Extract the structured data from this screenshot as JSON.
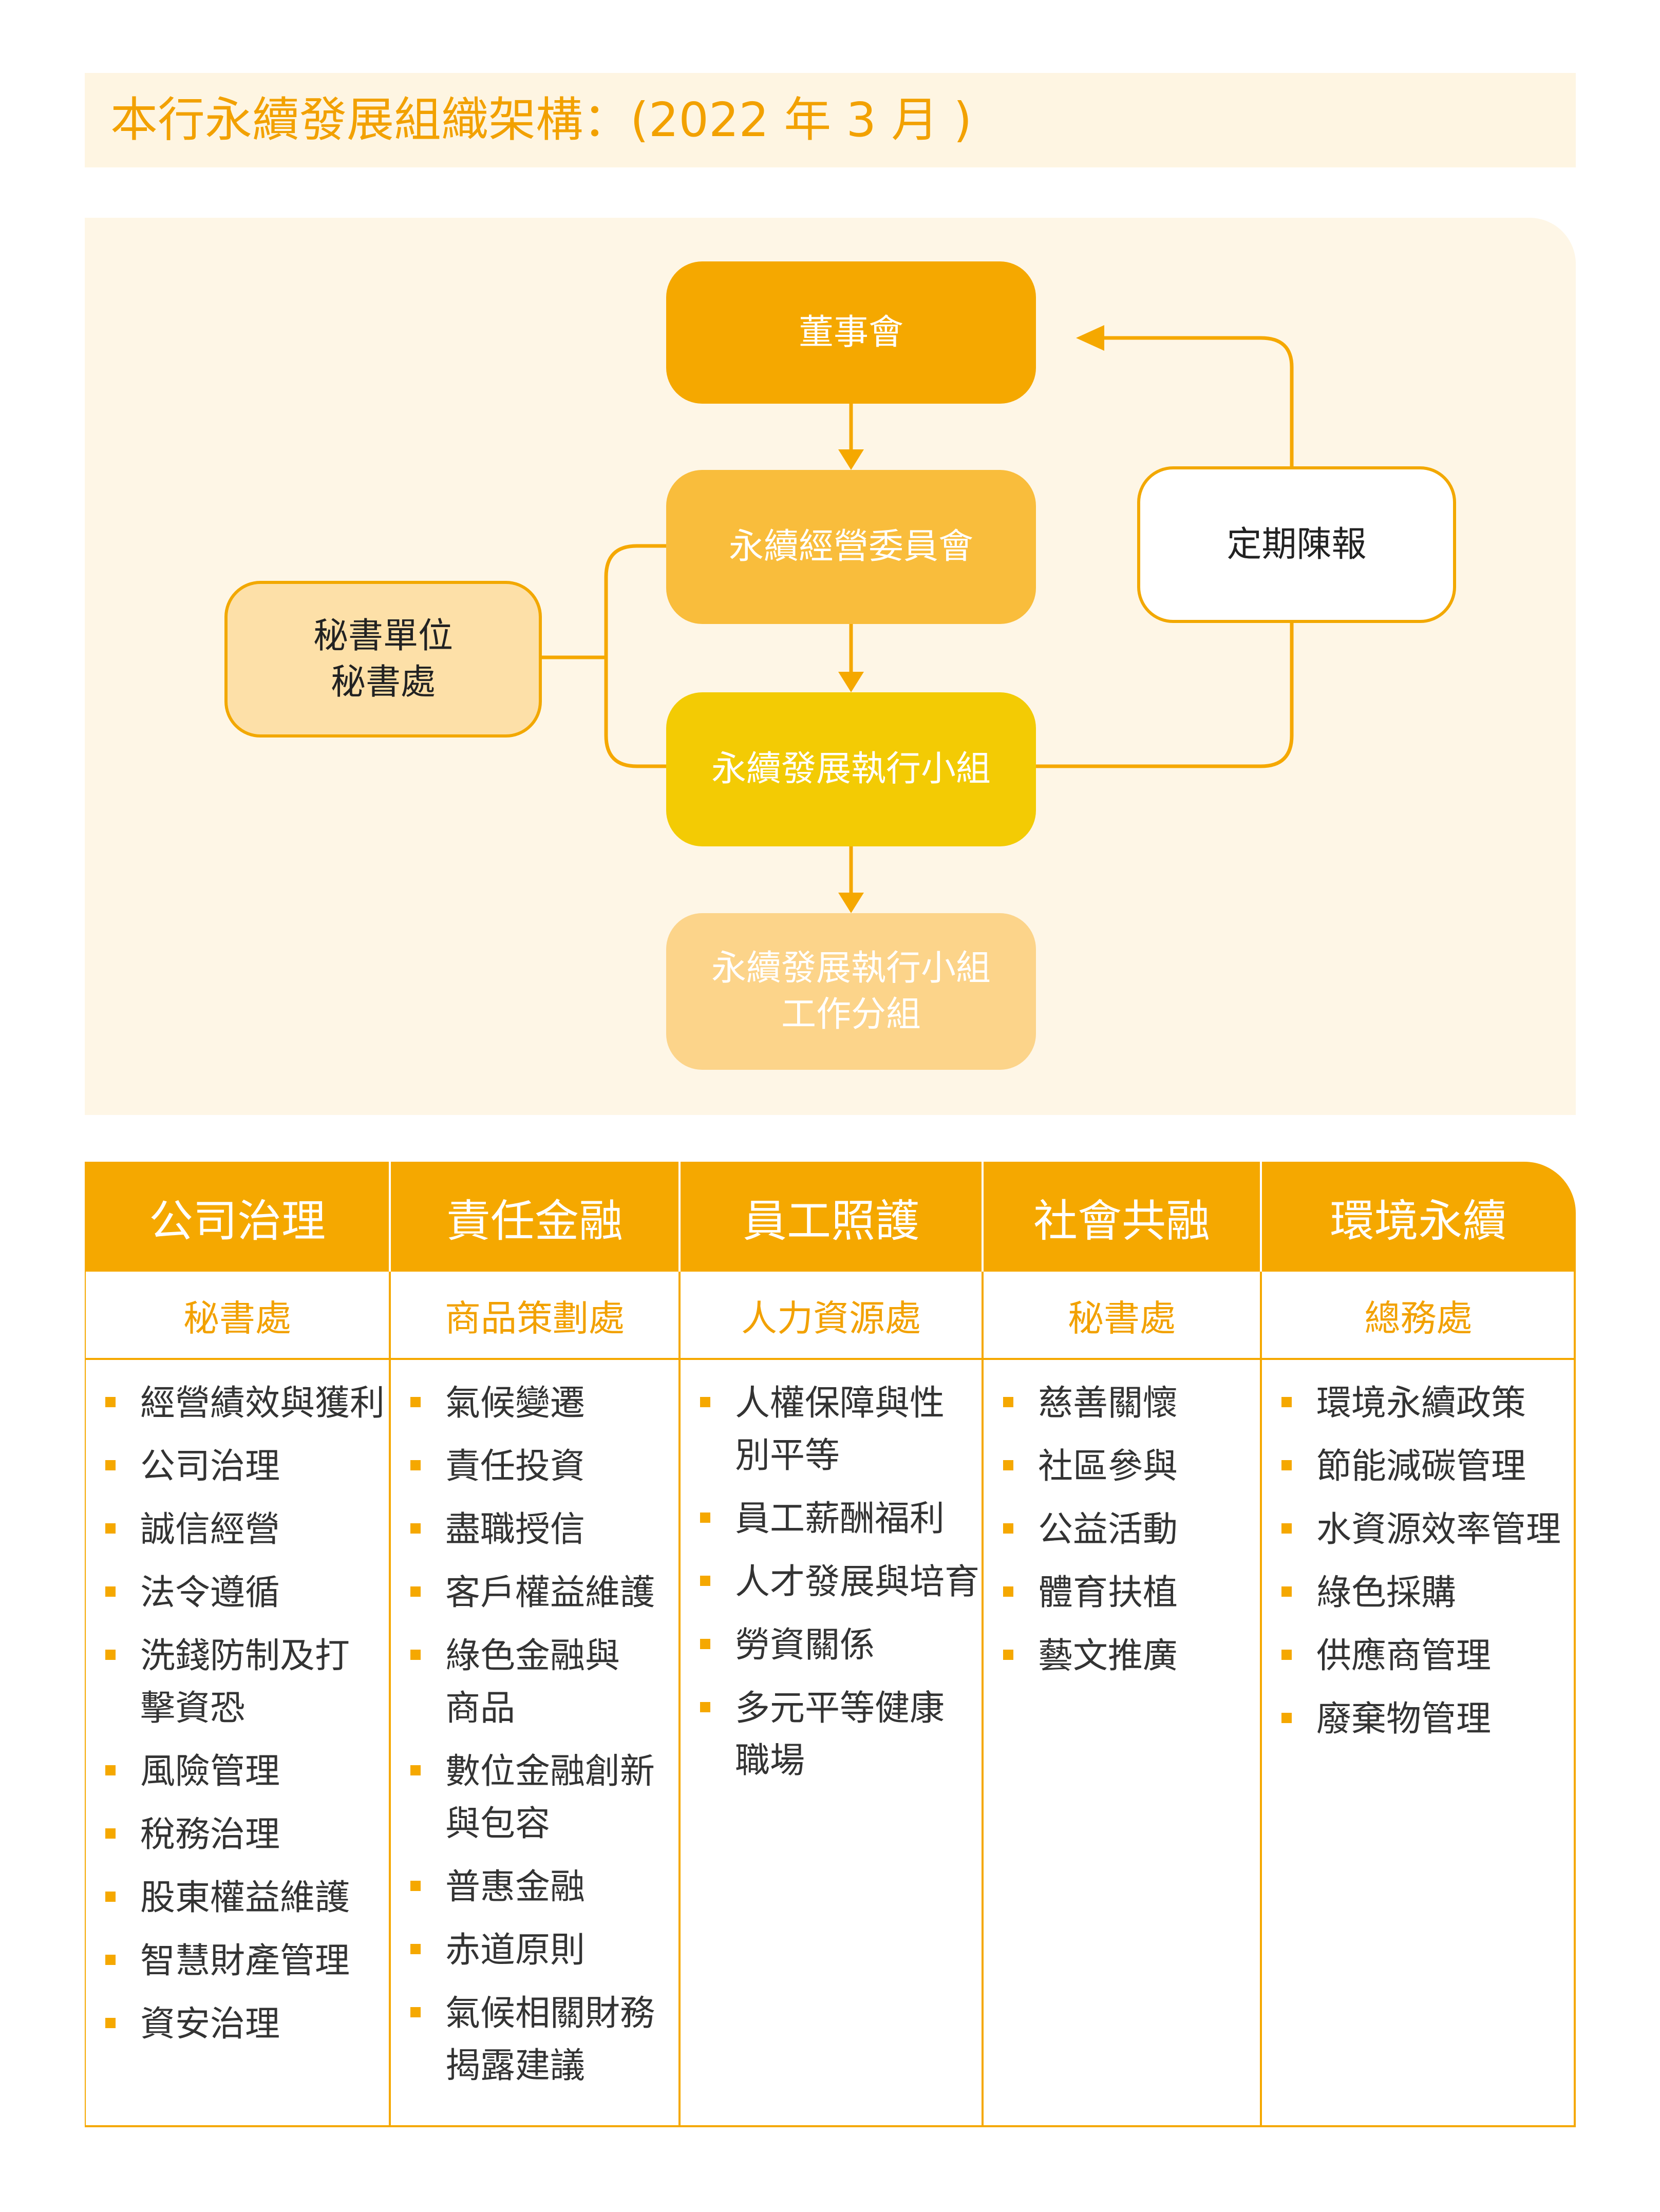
{
  "title": "本行永續發展組織架構：(2022 年 3 月 )",
  "diagram": {
    "board": "董事會",
    "committee": "永續經營委員會",
    "exec_group": "永續發展執行小組",
    "work_group": [
      "永續發展執行小組",
      "工作分組"
    ],
    "secretariat": [
      "秘書單位",
      "秘書處"
    ],
    "report": "定期陳報"
  },
  "colors": {
    "primary": "#f5a800",
    "committee": "#f9bd3c",
    "exec_group": "#f3cb04",
    "work_group": "#fcd48a",
    "secretariat_fill": "#fde0a8",
    "panel_bg": "#fef6e6",
    "title_bg": "#fef5e2",
    "title_text": "#f2a100"
  },
  "table": {
    "columns": [
      {
        "header": "公司治理",
        "unit": "秘書處",
        "items": [
          [
            "經營績效與獲利"
          ],
          [
            "公司治理"
          ],
          [
            "誠信經營"
          ],
          [
            "法令遵循"
          ],
          [
            "洗錢防制及打",
            "擊資恐"
          ],
          [
            "風險管理"
          ],
          [
            "稅務治理"
          ],
          [
            "股東權益維護"
          ],
          [
            "智慧財產管理"
          ],
          [
            "資安治理"
          ]
        ]
      },
      {
        "header": "責任金融",
        "unit": "商品策劃處",
        "items": [
          [
            "氣候變遷"
          ],
          [
            "責任投資"
          ],
          [
            "盡職授信"
          ],
          [
            "客戶權益維護"
          ],
          [
            "綠色金融與",
            "商品"
          ],
          [
            "數位金融創新",
            "與包容"
          ],
          [
            "普惠金融"
          ],
          [
            "赤道原則"
          ],
          [
            "氣候相關財務",
            "揭露建議"
          ]
        ]
      },
      {
        "header": "員工照護",
        "unit": "人力資源處",
        "items": [
          [
            "人權保障與性",
            "別平等"
          ],
          [
            "員工薪酬福利"
          ],
          [
            "人才發展與培育"
          ],
          [
            "勞資關係"
          ],
          [
            "多元平等健康",
            "職場"
          ]
        ]
      },
      {
        "header": "社會共融",
        "unit": "秘書處",
        "items": [
          [
            "慈善關懷"
          ],
          [
            "社區參與"
          ],
          [
            "公益活動"
          ],
          [
            "體育扶植"
          ],
          [
            "藝文推廣"
          ]
        ]
      },
      {
        "header": "環境永續",
        "unit": "總務處",
        "items": [
          [
            "環境永續政策"
          ],
          [
            "節能減碳管理"
          ],
          [
            "水資源效率管理"
          ],
          [
            "綠色採購"
          ],
          [
            "供應商管理"
          ],
          [
            "廢棄物管理"
          ]
        ]
      }
    ]
  }
}
